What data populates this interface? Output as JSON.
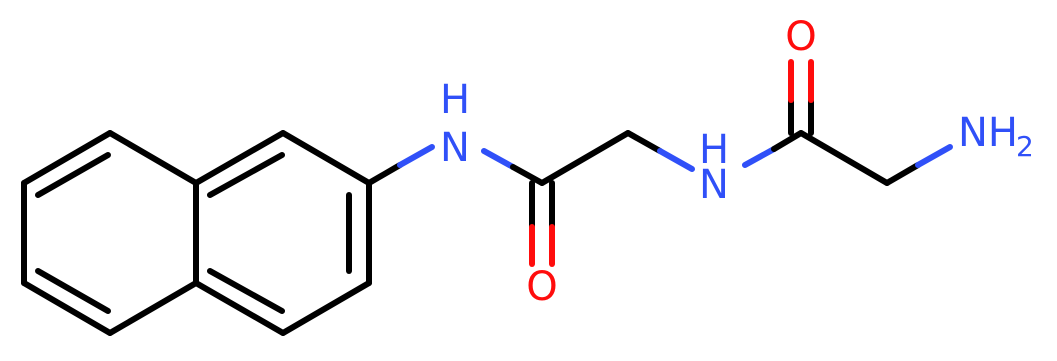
{
  "molecule": {
    "atoms": {
      "amide_nh_left": "N",
      "amide_nh_left_h": "H",
      "carbonyl_o_bottom": "O",
      "amide_nh_mid": "N",
      "amide_nh_mid_h": "H",
      "carbonyl_o_top": "O",
      "amine": "NH",
      "amine_sub": "2"
    },
    "colors": {
      "carbon_bond": "#000000",
      "nitrogen": "#3050f8",
      "oxygen": "#ff0d0d"
    }
  }
}
